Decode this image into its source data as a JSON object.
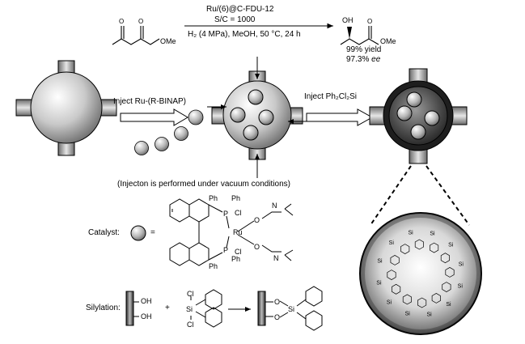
{
  "reaction": {
    "catalyst_line": "Ru/(6)@C-FDU-12",
    "sc_ratio": "S/C = 1000",
    "conditions": "H₂ (4 MPa), MeOH, 50 °C, 24 h",
    "substrate_label": "OMe",
    "product_oh": "OH",
    "product_label": "OMe",
    "yield": "99% yield",
    "ee": "97.3% ee"
  },
  "steps": {
    "inject_ru": "Inject Ru-(R-BINAP)",
    "inject_si": "Inject Ph₂Cl₂Si",
    "vacuum_note": "(Injecton is performed under vacuum conditions)"
  },
  "catalyst": {
    "label": "Catalyst:",
    "equals": "=",
    "atoms": [
      "Ph",
      "Ph",
      "Cl",
      "Ru",
      "P",
      "P",
      "Ph",
      "Ph",
      "Cl",
      "N",
      "N",
      "O",
      "O"
    ]
  },
  "silylation": {
    "label": "Silylation:",
    "oh": "OH",
    "plus": "+",
    "cl": "Cl",
    "si": "Si",
    "o": "O"
  },
  "colors": {
    "line": "#000000",
    "sphere_light": "#ffffff",
    "sphere_dark": "#7a7a7a",
    "interior_dark": "#2a2a2a"
  }
}
